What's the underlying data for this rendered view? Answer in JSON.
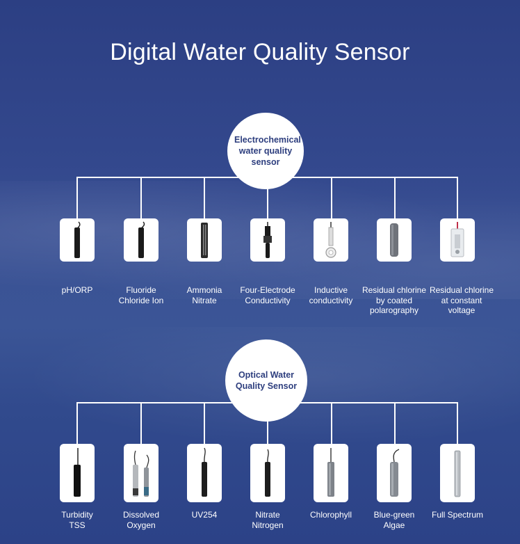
{
  "title": "Digital Water Quality Sensor",
  "groups": [
    {
      "hub_label": "Electrochemical\nwater quality\nsensor",
      "items": [
        {
          "label": "pH/ORP",
          "icon": "ph-orp-sensor-icon"
        },
        {
          "label": "Fluoride\nChloride Ion",
          "icon": "fluoride-sensor-icon"
        },
        {
          "label": "Ammonia\nNitrate",
          "icon": "ammonia-sensor-icon"
        },
        {
          "label": "Four-Electrode\nConductivity",
          "icon": "four-electrode-sensor-icon"
        },
        {
          "label": "Inductive\nconductivity",
          "icon": "inductive-sensor-icon"
        },
        {
          "label": "Residual chlorine\nby coated\npolarography",
          "icon": "chlorine-polarography-sensor-icon"
        },
        {
          "label": "Residual chlorine\nat constant\nvoltage",
          "icon": "chlorine-constant-voltage-sensor-icon"
        }
      ]
    },
    {
      "hub_label": "Optical Water\nQuality Sensor",
      "items": [
        {
          "label": "Turbidity\nTSS",
          "icon": "turbidity-sensor-icon"
        },
        {
          "label": "Dissolved\nOxygen",
          "icon": "dissolved-oxygen-sensor-icon"
        },
        {
          "label": "UV254",
          "icon": "uv254-sensor-icon"
        },
        {
          "label": "Nitrate\nNitrogen",
          "icon": "nitrate-sensor-icon"
        },
        {
          "label": "Chlorophyll",
          "icon": "chlorophyll-sensor-icon"
        },
        {
          "label": "Blue-green\nAlgae",
          "icon": "blue-green-algae-sensor-icon"
        },
        {
          "label": "Full Spectrum",
          "icon": "full-spectrum-sensor-icon"
        }
      ]
    }
  ],
  "colors": {
    "background": "#33488d",
    "hub_text": "#2d3e7e",
    "card": "#ffffff"
  }
}
